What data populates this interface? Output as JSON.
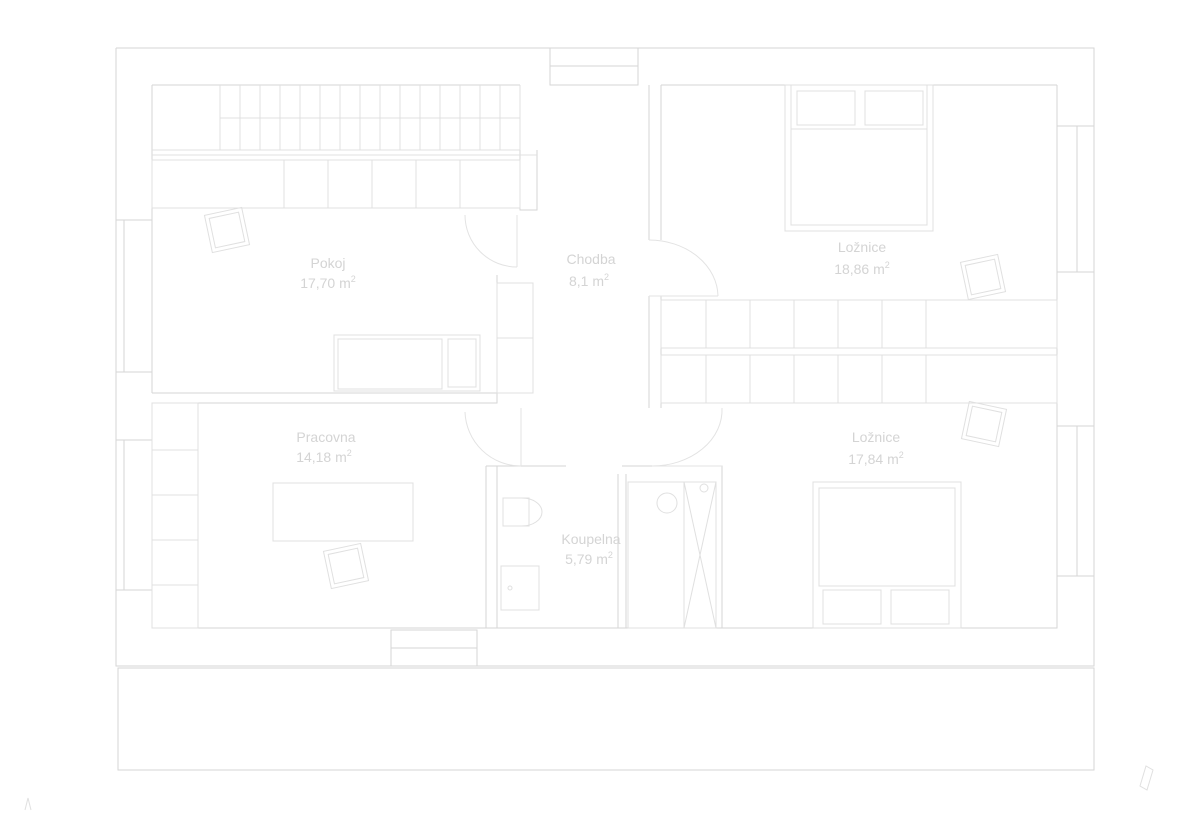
{
  "rooms": [
    {
      "id": "pokoj",
      "name": "Pokoj",
      "area": "17,70"
    },
    {
      "id": "chodba",
      "name": "Chodba",
      "area": "8,1"
    },
    {
      "id": "loznice1",
      "name": "Ložnice",
      "area": "18,86"
    },
    {
      "id": "pracovna",
      "name": "Pracovna",
      "area": "14,18"
    },
    {
      "id": "koupelna",
      "name": "Koupelna",
      "area": "5,79"
    },
    {
      "id": "loznice2",
      "name": "Ložnice",
      "area": "17,84"
    }
  ],
  "area_unit": "m",
  "area_unit_exponent": "2"
}
